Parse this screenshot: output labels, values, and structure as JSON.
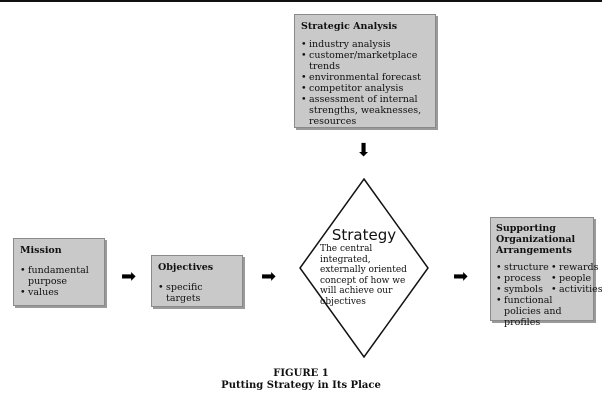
{
  "strategic_analysis": {
    "title": "Strategic Analysis",
    "items": [
      "industry analysis",
      "customer/marketplace trends",
      "environmental forecast",
      "competitor analysis",
      "assessment of internal strengths, weaknesses, resources"
    ]
  },
  "mission": {
    "title": "Mission",
    "items": [
      "fundamental purpose",
      "values"
    ]
  },
  "objectives": {
    "title": "Objectives",
    "items": [
      "specific targets"
    ]
  },
  "strategy": {
    "title": "Strategy",
    "description": "The central integrated, externally oriented concept of how we will achieve our objectives"
  },
  "supporting": {
    "title": "Supporting Organizational Arrangements",
    "grid_items": [
      "structure",
      "rewards",
      "process",
      "people",
      "symbols",
      "activities"
    ],
    "items": [
      "functional policies and profiles"
    ]
  },
  "figure": {
    "label": "FIGURE 1",
    "title": "Putting Strategy in Its Place"
  },
  "icons": {
    "arrow_down": "⬇",
    "arrow_right": "➡"
  }
}
